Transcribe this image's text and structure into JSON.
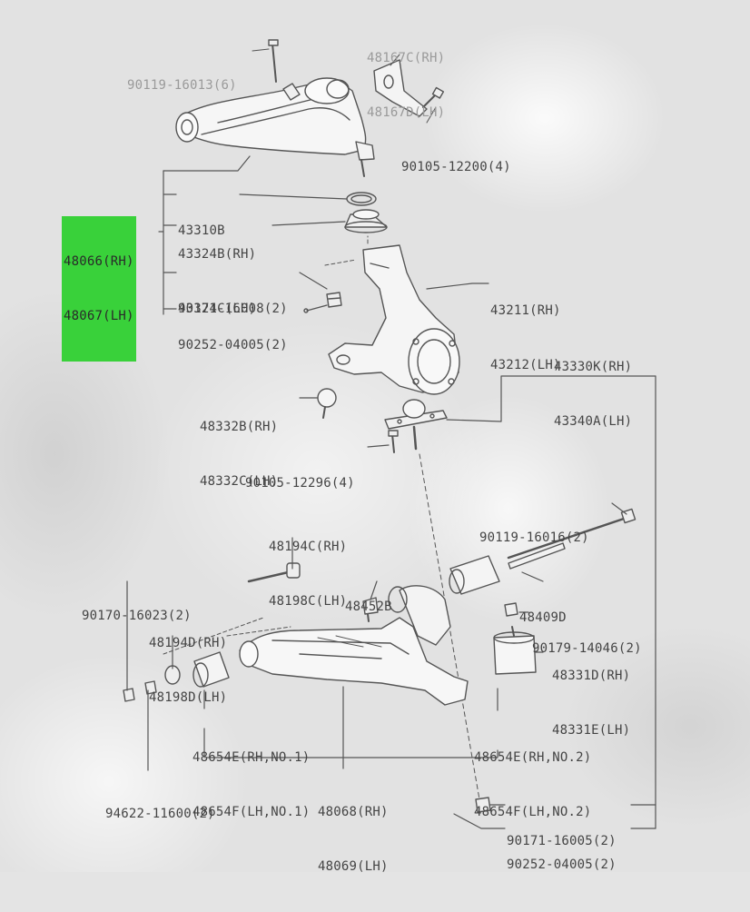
{
  "diagram": {
    "parts": {
      "p_top_bolt": [
        "90119-16013(6)"
      ],
      "p_bracket": [
        "48167C(RH)",
        "48167D(LH)"
      ],
      "p_bracket_bolt": [
        "90105-12200(4)"
      ],
      "p_upper_arm": [
        "48066(RH)",
        "48067(LH)"
      ],
      "p_43310": [
        "43310B"
      ],
      "p_43324": [
        "43324B(RH)",
        "43324C(LH)"
      ],
      "p_90171_a": [
        "90171-16008(2)"
      ],
      "p_90252_a": [
        "90252-04005(2)"
      ],
      "p_knuckle": [
        "43211(RH)",
        "43212(LH)"
      ],
      "p_balljoint": [
        "43330K(RH)",
        "43340A(LH)"
      ],
      "p_48332": [
        "48332B(RH)",
        "48332C(LH)"
      ],
      "p_90105_b": [
        "90105-12296(4)"
      ],
      "p_90119_b": [
        "90119-16016(2)"
      ],
      "p_48194c": [
        "48194C(RH)",
        "48198C(LH)"
      ],
      "p_48452": [
        "48452B"
      ],
      "p_48409": [
        "48409D"
      ],
      "p_90170": [
        "90170-16023(2)"
      ],
      "p_90179": [
        "90179-14046(2)"
      ],
      "p_48194d": [
        "48194D(RH)",
        "48198D(LH)"
      ],
      "p_48331": [
        "48331D(RH)",
        "48331E(LH)"
      ],
      "p_48654_1": [
        "48654E(RH,NO.1)",
        "48654F(LH,NO.1)"
      ],
      "p_48654_2": [
        "48654E(RH,NO.2)",
        "48654F(LH,NO.2)"
      ],
      "p_94622": [
        "94622-11600(2)"
      ],
      "p_lower_arm": [
        "48068(RH)",
        "48069(LH)"
      ],
      "p_90171_b": [
        "90171-16005(2)"
      ],
      "p_90252_b": [
        "90252-04005(2)"
      ]
    },
    "highlight_color": "#39d13a",
    "highlighted_part": "p_upper_arm"
  }
}
